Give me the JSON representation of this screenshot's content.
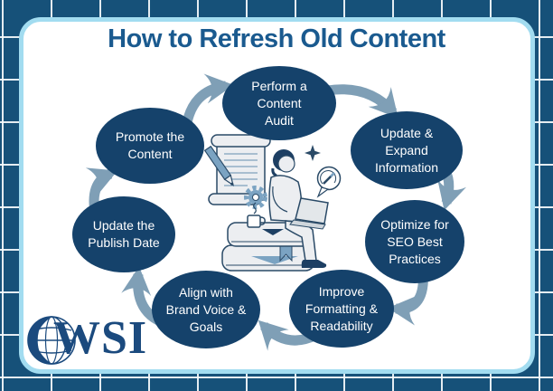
{
  "title": "How to Refresh Old Content",
  "theme": {
    "background_color": "#165179",
    "grid_line_color": "#f5fafc",
    "card_background": "#ffffff",
    "card_border_color": "#a2dcf0",
    "title_color": "#1a5a8f",
    "node_fill_color": "#15426b",
    "node_text_color": "#ffffff",
    "arrow_color": "#7f9fb6",
    "logo_color": "#1b4a7e"
  },
  "cycle": {
    "direction": "clockwise",
    "steps": [
      {
        "id": "perform-content-audit",
        "label": "Perform a Content Audit",
        "lines": [
          "Perform a",
          "Content",
          "Audit"
        ]
      },
      {
        "id": "update-expand-information",
        "label": "Update & Expand Information",
        "lines": [
          "Update &",
          "Expand",
          "Information"
        ]
      },
      {
        "id": "optimize-for-seo-best-practices",
        "label": "Optimize for SEO Best Practices",
        "lines": [
          "Optimize for",
          "SEO Best",
          "Practices"
        ]
      },
      {
        "id": "improve-formatting-readability",
        "label": "Improve Formatting & Readability",
        "lines": [
          "Improve",
          "Formatting &",
          "Readability"
        ]
      },
      {
        "id": "align-with-brand-voice-goals",
        "label": "Align with Brand Voice & Goals",
        "lines": [
          "Align with",
          "Brand Voice &",
          "Goals"
        ]
      },
      {
        "id": "update-the-publish-date",
        "label": "Update the Publish Date",
        "lines": [
          "Update the",
          "Publish Date"
        ]
      },
      {
        "id": "promote-the-content",
        "label": "Promote the Content",
        "lines": [
          "Promote the",
          "Content"
        ]
      }
    ]
  },
  "illustration": {
    "elements": [
      "scroll-document-icon",
      "pencil-icon",
      "gear-icon",
      "coffee-mug-icon",
      "book-stack-icon",
      "person-with-laptop",
      "edit-speech-bubble-icon",
      "sparkle-icon"
    ]
  },
  "logo": {
    "text": "WSI"
  }
}
